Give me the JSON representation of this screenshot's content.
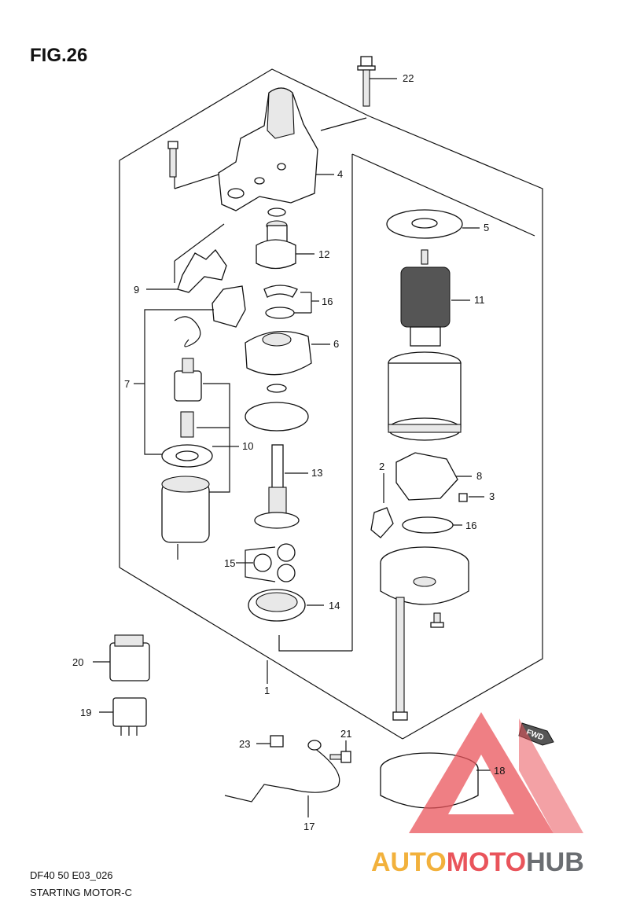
{
  "figure": {
    "title": "FIG.26",
    "code": "DF40 50 E03_026",
    "subtitle": "STARTING MOTOR-C"
  },
  "callouts": [
    {
      "id": "c22",
      "text": "22"
    },
    {
      "id": "c4",
      "text": "4"
    },
    {
      "id": "c5",
      "text": "5"
    },
    {
      "id": "c12",
      "text": "12"
    },
    {
      "id": "c9",
      "text": "9"
    },
    {
      "id": "c16a",
      "text": "16"
    },
    {
      "id": "c11",
      "text": "11"
    },
    {
      "id": "c6",
      "text": "6"
    },
    {
      "id": "c7",
      "text": "7"
    },
    {
      "id": "c10",
      "text": "10"
    },
    {
      "id": "c13",
      "text": "13"
    },
    {
      "id": "c2",
      "text": "2"
    },
    {
      "id": "c8",
      "text": "8"
    },
    {
      "id": "c3",
      "text": "3"
    },
    {
      "id": "c16b",
      "text": "16"
    },
    {
      "id": "c15",
      "text": "15"
    },
    {
      "id": "c14",
      "text": "14"
    },
    {
      "id": "c20",
      "text": "20"
    },
    {
      "id": "c1",
      "text": "1"
    },
    {
      "id": "c19",
      "text": "19"
    },
    {
      "id": "c23",
      "text": "23"
    },
    {
      "id": "c21",
      "text": "21"
    },
    {
      "id": "c18",
      "text": "18"
    },
    {
      "id": "c17",
      "text": "17"
    }
  ],
  "fwd_tag": "FWD",
  "watermark": {
    "part_a": "AUTO",
    "part_b": "MOTO",
    "part_c": "HUB",
    "colors": {
      "triangle": "#e9545b",
      "auto": "#f2b13c",
      "moto": "#e9545b",
      "hub": "#6b6e72"
    }
  }
}
